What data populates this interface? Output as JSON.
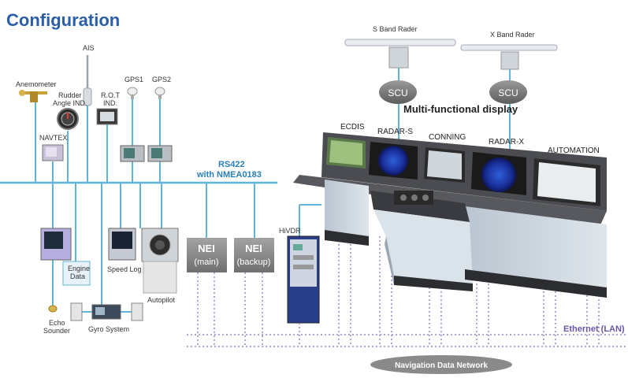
{
  "title": "Configuration",
  "colors": {
    "title": "#2a5fa8",
    "bus": "#5fb6d6",
    "network": "#9a86c8",
    "nei_box": "#8c8c8c",
    "scu": "#7a7a7a",
    "console_dark": "#3f4146",
    "console_panel": "#c9d3dc"
  },
  "sensors": {
    "ais": "AIS",
    "anemometer": "Anemometer",
    "rudder": "Rudder\nAngle IND.",
    "rot": "R.O.T\nIND.",
    "gps1": "GPS1",
    "gps2": "GPS2",
    "navtex": "NAVTEX"
  },
  "bus_label": "RS422\nwith NMEA0183",
  "lower": {
    "engine_data": "Engine\nData",
    "speed_log": "Speed Log",
    "echo_sounder": "Echo\nSounder",
    "gyro": "Gyro System",
    "autopilot": "Autopilot"
  },
  "nei": {
    "main": "NEI\n(main)",
    "backup": "NEI\n(backup)"
  },
  "hivdr": "HiVDR",
  "radars": {
    "s_band": "S Band Rader",
    "x_band": "X Band Rader",
    "scu": "SCU"
  },
  "mfd_label": "Multi-functional display",
  "consoles": {
    "ecdis": "ECDIS",
    "radar_s": "RADAR-S",
    "conning": "CONNING",
    "radar_x": "RADAR-X",
    "automation": "AUTOMATION"
  },
  "ethernet": "Ethernet (LAN)",
  "nav_network": "Navigation Data  Network"
}
